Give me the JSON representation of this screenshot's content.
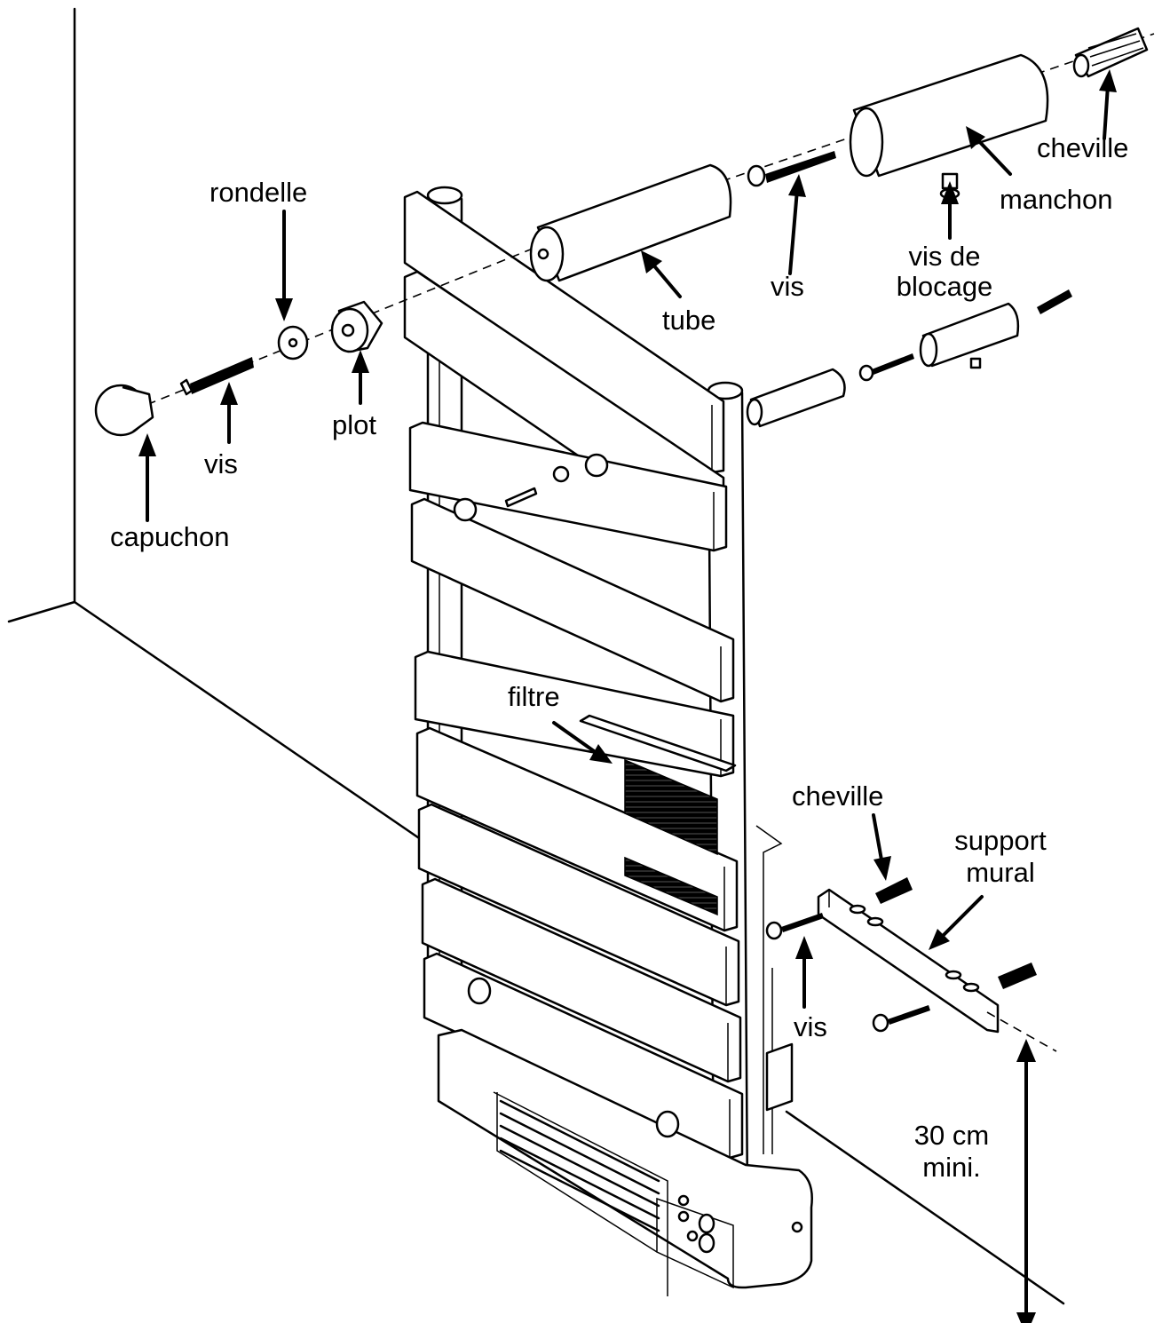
{
  "labels": {
    "rondelle": "rondelle",
    "plot": "plot",
    "vis_left": "vis",
    "capuchon": "capuchon",
    "tube": "tube",
    "vis_top": "vis",
    "vis_de_blocage_1": "vis de",
    "vis_de_blocage_2": "blocage",
    "manchon": "manchon",
    "cheville_top": "cheville",
    "filtre": "filtre",
    "cheville_right": "cheville",
    "support_mural_1": "support",
    "support_mural_2": "mural",
    "vis_bottom": "vis",
    "dimension_1": "30 cm",
    "dimension_2": "mini."
  }
}
